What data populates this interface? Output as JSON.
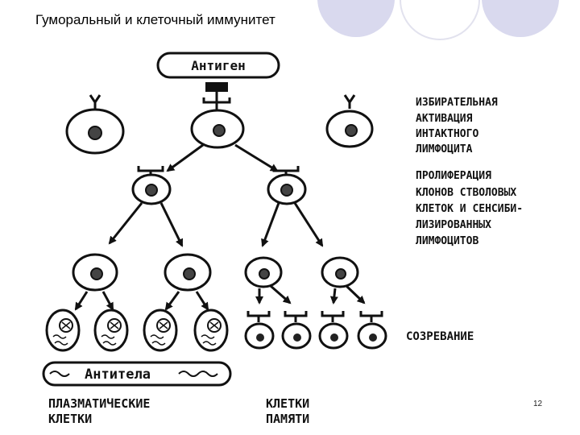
{
  "slide": {
    "title": "Гуморальный и клеточный иммунитет",
    "page_number": "12"
  },
  "diagram": {
    "antigen_label": "Антиген",
    "antibodies_label": "Антитела",
    "steps": {
      "selective_activation": [
        "ИЗБИРАТЕЛЬНАЯ",
        "АКТИВАЦИЯ",
        "ИНТАКТНОГО",
        "ЛИМФОЦИТА"
      ],
      "proliferation": [
        "ПРОЛИФЕРАЦИЯ",
        "КЛОНОВ  СТВОЛОВЫХ",
        "КЛЕТОК И СЕНСИБИ-",
        "ЛИЗИРОВАННЫХ",
        "ЛИМФОЦИТОВ"
      ],
      "maturation": "СОЗРЕВАНИЕ"
    },
    "groups": {
      "plasma_cells": [
        "ПЛАЗМАТИЧЕСКИЕ",
        "КЛЕТКИ"
      ],
      "memory_cells": [
        "КЛЕТКИ",
        "ПАМЯТИ"
      ]
    }
  }
}
